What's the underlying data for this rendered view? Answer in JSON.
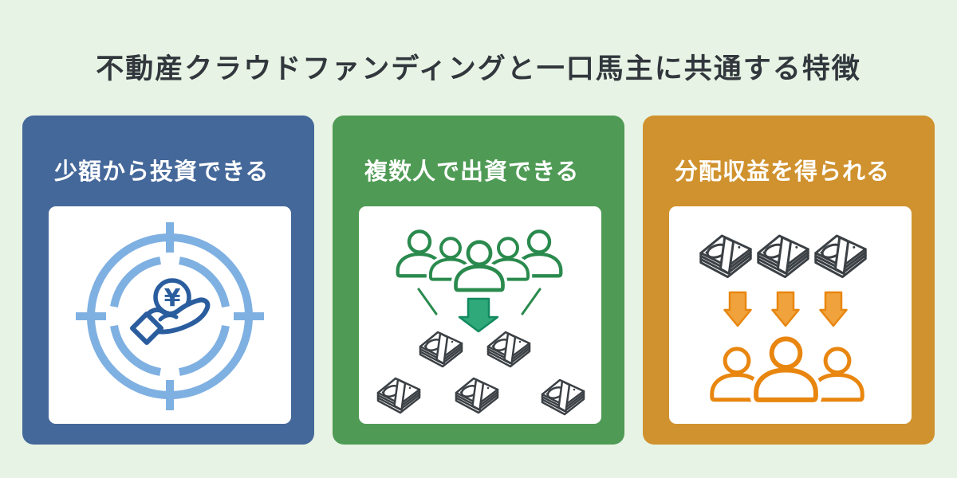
{
  "page": {
    "title": "不動産クラウドファンディングと一口馬主に共通する特徴",
    "title_color": "#32373d",
    "background_color": "#e7f3e4"
  },
  "cards": [
    {
      "label": "少額から投資できる",
      "bg_color": "#45689a",
      "icon": "yen-coin-on-hand-in-target-icon",
      "decoration": "emphasis-lines-icon",
      "currency_symbol": "¥",
      "colors": {
        "target": "#7fb0e2",
        "hand": "#2a5d9e"
      }
    },
    {
      "label": "複数人で出資できる",
      "bg_color": "#4f9b55",
      "icon": "people-group-funding-money-icon",
      "decoration": "emphasis-lines-icon",
      "colors": {
        "people": "#2a8a4e",
        "arrow_fill": "#2fa87a",
        "arrow_stroke": "#12895e",
        "money": "#3b4045"
      }
    },
    {
      "label": "分配収益を得られる",
      "bg_color": "#d0922e",
      "icon": "money-distributed-to-people-icon",
      "decoration": "emphasis-lines-icon",
      "colors": {
        "money": "#3b4045",
        "arrow_fill": "#f0a33c",
        "arrow_stroke": "#e8860f",
        "people": "#e8860f"
      }
    }
  ]
}
